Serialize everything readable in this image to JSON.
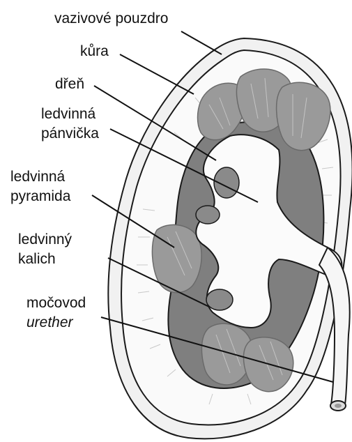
{
  "labels": {
    "capsule": "vazivové pouzdro",
    "cortex": "kůra",
    "medulla": "dřeň",
    "pelvis_line1": "ledvinná",
    "pelvis_line2": "pánvička",
    "pyramid_line1": "ledvinná",
    "pyramid_line2": "pyramida",
    "calyx_line1": "ledvinný",
    "calyx_line2": "kalich",
    "ureter_line1": "močovod",
    "ureter_line2": "urether"
  },
  "colors": {
    "outline": "#1a1a1a",
    "capsule_fill": "#f1f1f1",
    "kidney_fill": "#fafafa",
    "cortex_fill": "#e6e6e6",
    "pyramid_fill": "#9a9a9a",
    "medulla_dark": "#7f7f7f",
    "pelvis_fill": "#fbfbfb",
    "leader": "#111111"
  }
}
